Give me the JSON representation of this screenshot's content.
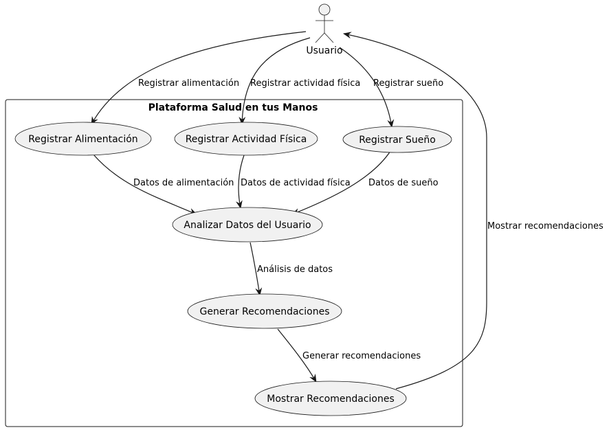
{
  "diagram": {
    "system_title": "Plataforma Salud en tus Manos",
    "actor": {
      "label": "Usuario"
    },
    "use_cases": {
      "alimentacion": "Registrar Alimentación",
      "actividad": "Registrar Actividad Física",
      "sueno": "Registrar Sueño",
      "analizar": "Analizar Datos del Usuario",
      "generar": "Generar Recomendaciones",
      "mostrar": "Mostrar Recomendaciones"
    },
    "edges": {
      "registrar_alimentacion": "Registrar alimentación",
      "registrar_actividad": "Registrar actividad física",
      "registrar_sueno": "Registrar sueño",
      "datos_alimentacion": "Datos de alimentación",
      "datos_actividad": "Datos de actividad física",
      "datos_sueno": "Datos de sueño",
      "analisis_datos": "Análisis de datos",
      "generar_recomendaciones": "Generar recomendaciones",
      "mostrar_recomendaciones": "Mostrar recomendaciones"
    },
    "colors": {
      "use_case_fill": "#f1f1f1",
      "stroke": "#181818",
      "background": "#ffffff"
    }
  }
}
